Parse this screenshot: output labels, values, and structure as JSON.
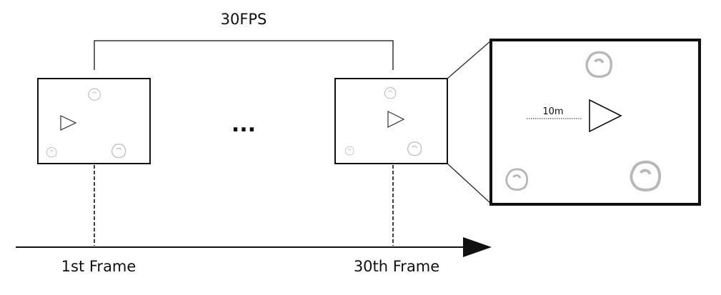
{
  "frame_rate_label": "30FPS",
  "ellipsis": "...",
  "timeline": {
    "start_label": "1st Frame",
    "end_label": "30th Frame"
  },
  "zoom_view": {
    "distance_label": "10m"
  },
  "colors": {
    "stroke": "#111111",
    "rock": "#c2c2c2",
    "background": "#ffffff"
  }
}
